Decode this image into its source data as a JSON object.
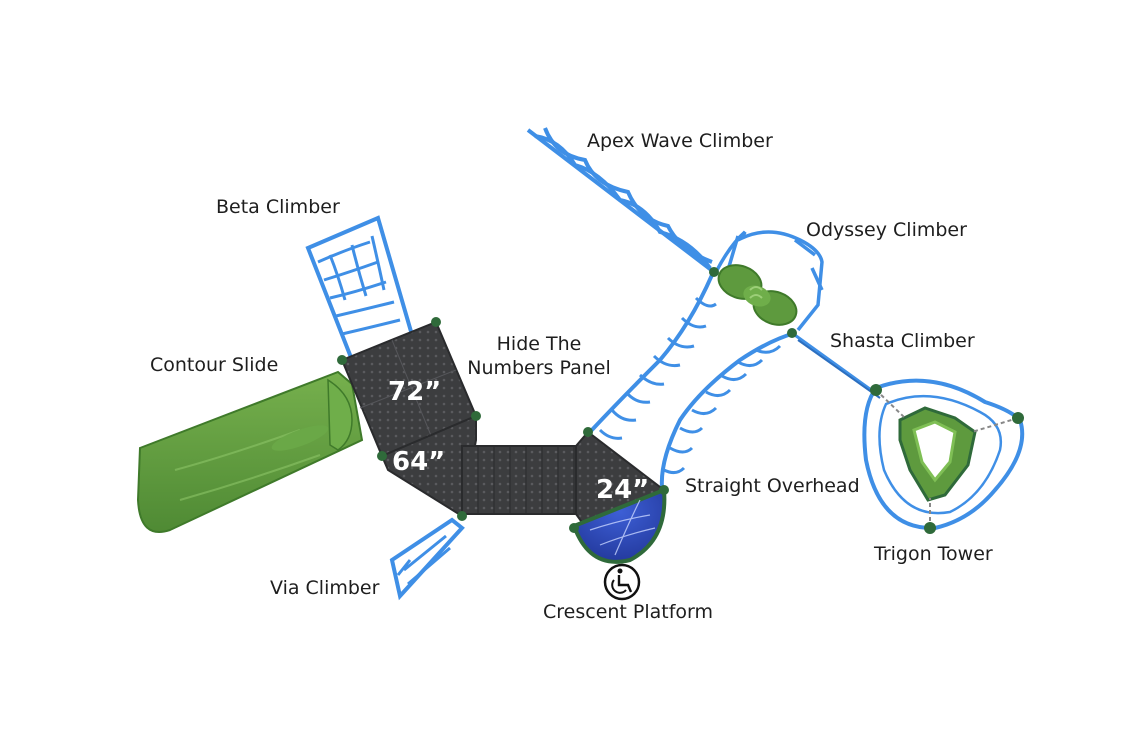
{
  "labels": {
    "apex": "Apex Wave Climber",
    "beta": "Beta Climber",
    "odyssey": "Odyssey Climber",
    "hide_line1": "Hide The",
    "hide_line2": "Numbers Panel",
    "contour": "Contour Slide",
    "shasta": "Shasta Climber",
    "straight": "Straight Overhead",
    "trigon": "Trigon Tower",
    "via": "Via Climber",
    "crescent": "Crescent Platform"
  },
  "heights": {
    "deck_72": "72”",
    "deck_64": "64”",
    "deck_24": "24”"
  },
  "icons": {
    "accessibility": "wheelchair-accessible-icon"
  },
  "colors": {
    "climber_blue": "#3f8fe6",
    "slide_green": "#5e9a3e",
    "deck_dark": "#3c3d3f",
    "post_green": "#2f6a3a",
    "crescent_blue": "#2f47b8"
  }
}
